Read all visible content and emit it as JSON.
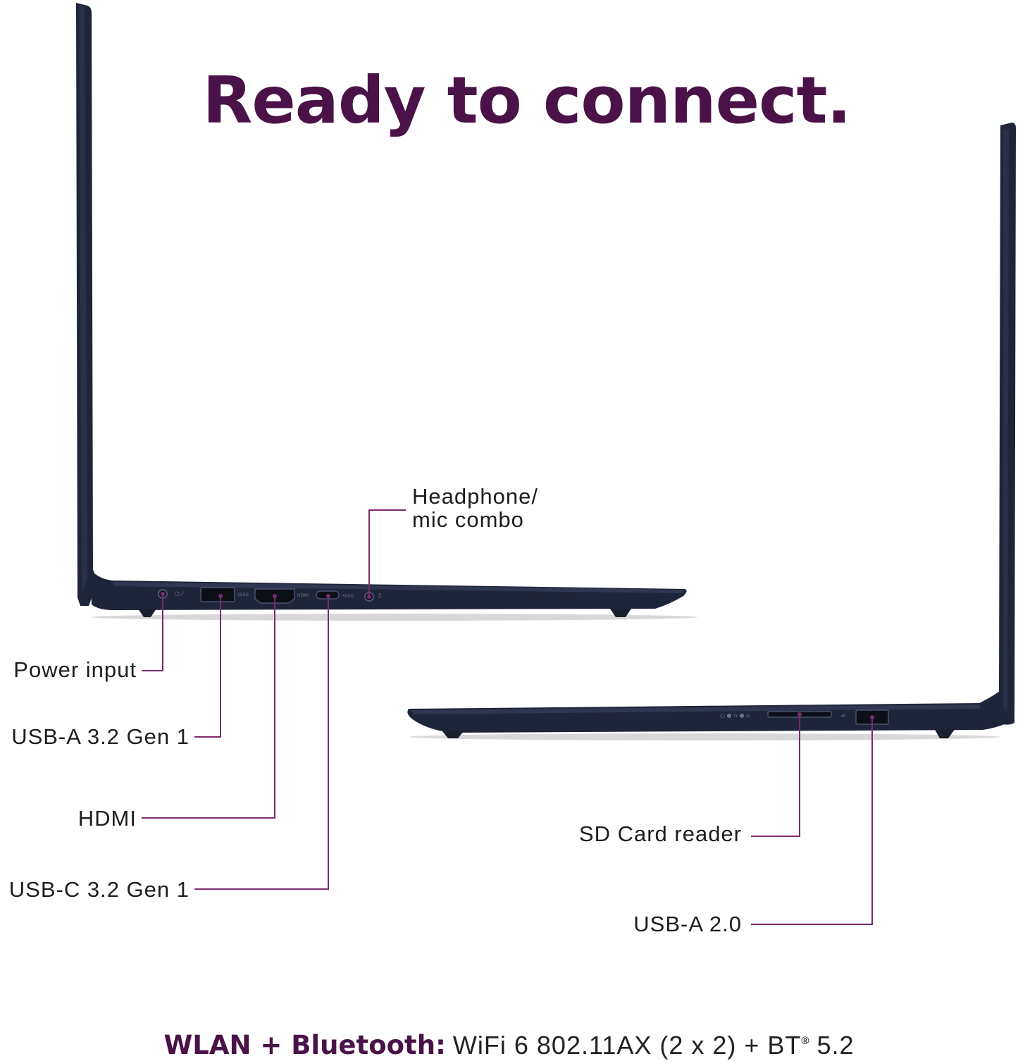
{
  "headline": "Ready to connect.",
  "colors": {
    "accent": "#4a1248",
    "leader_line": "#7a2a6f",
    "laptop_body": "#1f2538"
  },
  "left_laptop": {
    "ports": [
      {
        "name": "power-input",
        "label": "Power input"
      },
      {
        "name": "usb-a-3-2-gen-1",
        "label": "USB-A 3.2 Gen 1"
      },
      {
        "name": "hdmi",
        "label": "HDMI"
      },
      {
        "name": "usb-c-3-2-gen-1",
        "label": "USB-C 3.2 Gen 1"
      },
      {
        "name": "headphone-mic-combo",
        "label_line1": "Headphone/",
        "label_line2": "mic combo"
      }
    ]
  },
  "right_laptop": {
    "ports": [
      {
        "name": "sd-card-reader",
        "label": "SD Card reader"
      },
      {
        "name": "usb-a-2-0",
        "label": "USB-A 2.0"
      }
    ]
  },
  "footer": {
    "bold": "WLAN + Bluetooth:",
    "text_part1": "WiFi 6 802.11AX (2 x 2) + BT",
    "registered": "®",
    "text_part2": " 5.2"
  }
}
